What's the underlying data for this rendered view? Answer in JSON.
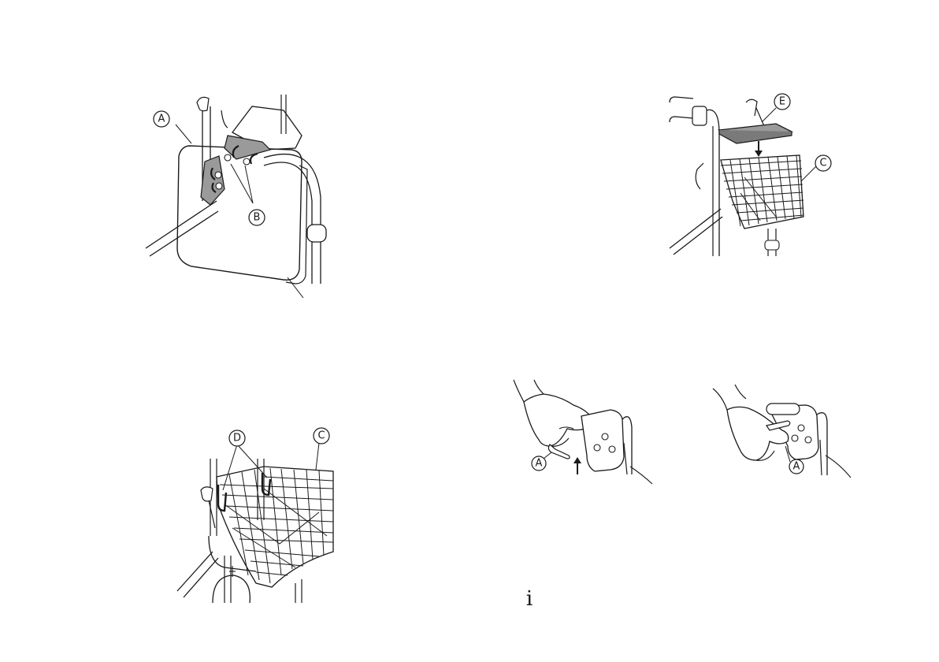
{
  "figures": {
    "bag_attach": {
      "labels": {
        "a": "A",
        "b": "B"
      }
    },
    "tray_basket": {
      "labels": {
        "e": "E",
        "c": "C"
      }
    },
    "basket_attach": {
      "labels": {
        "d": "D",
        "c": "C"
      }
    },
    "brake_lock": {
      "labels": {
        "a": "A"
      }
    },
    "brake_release": {
      "labels": {
        "a": "A"
      }
    }
  },
  "info": {
    "icon": "information-icon",
    "glyph": "i"
  },
  "colors": {
    "line": "#1a1a1a",
    "fill_grey": "#9a9a9a",
    "paper": "#ffffff"
  }
}
